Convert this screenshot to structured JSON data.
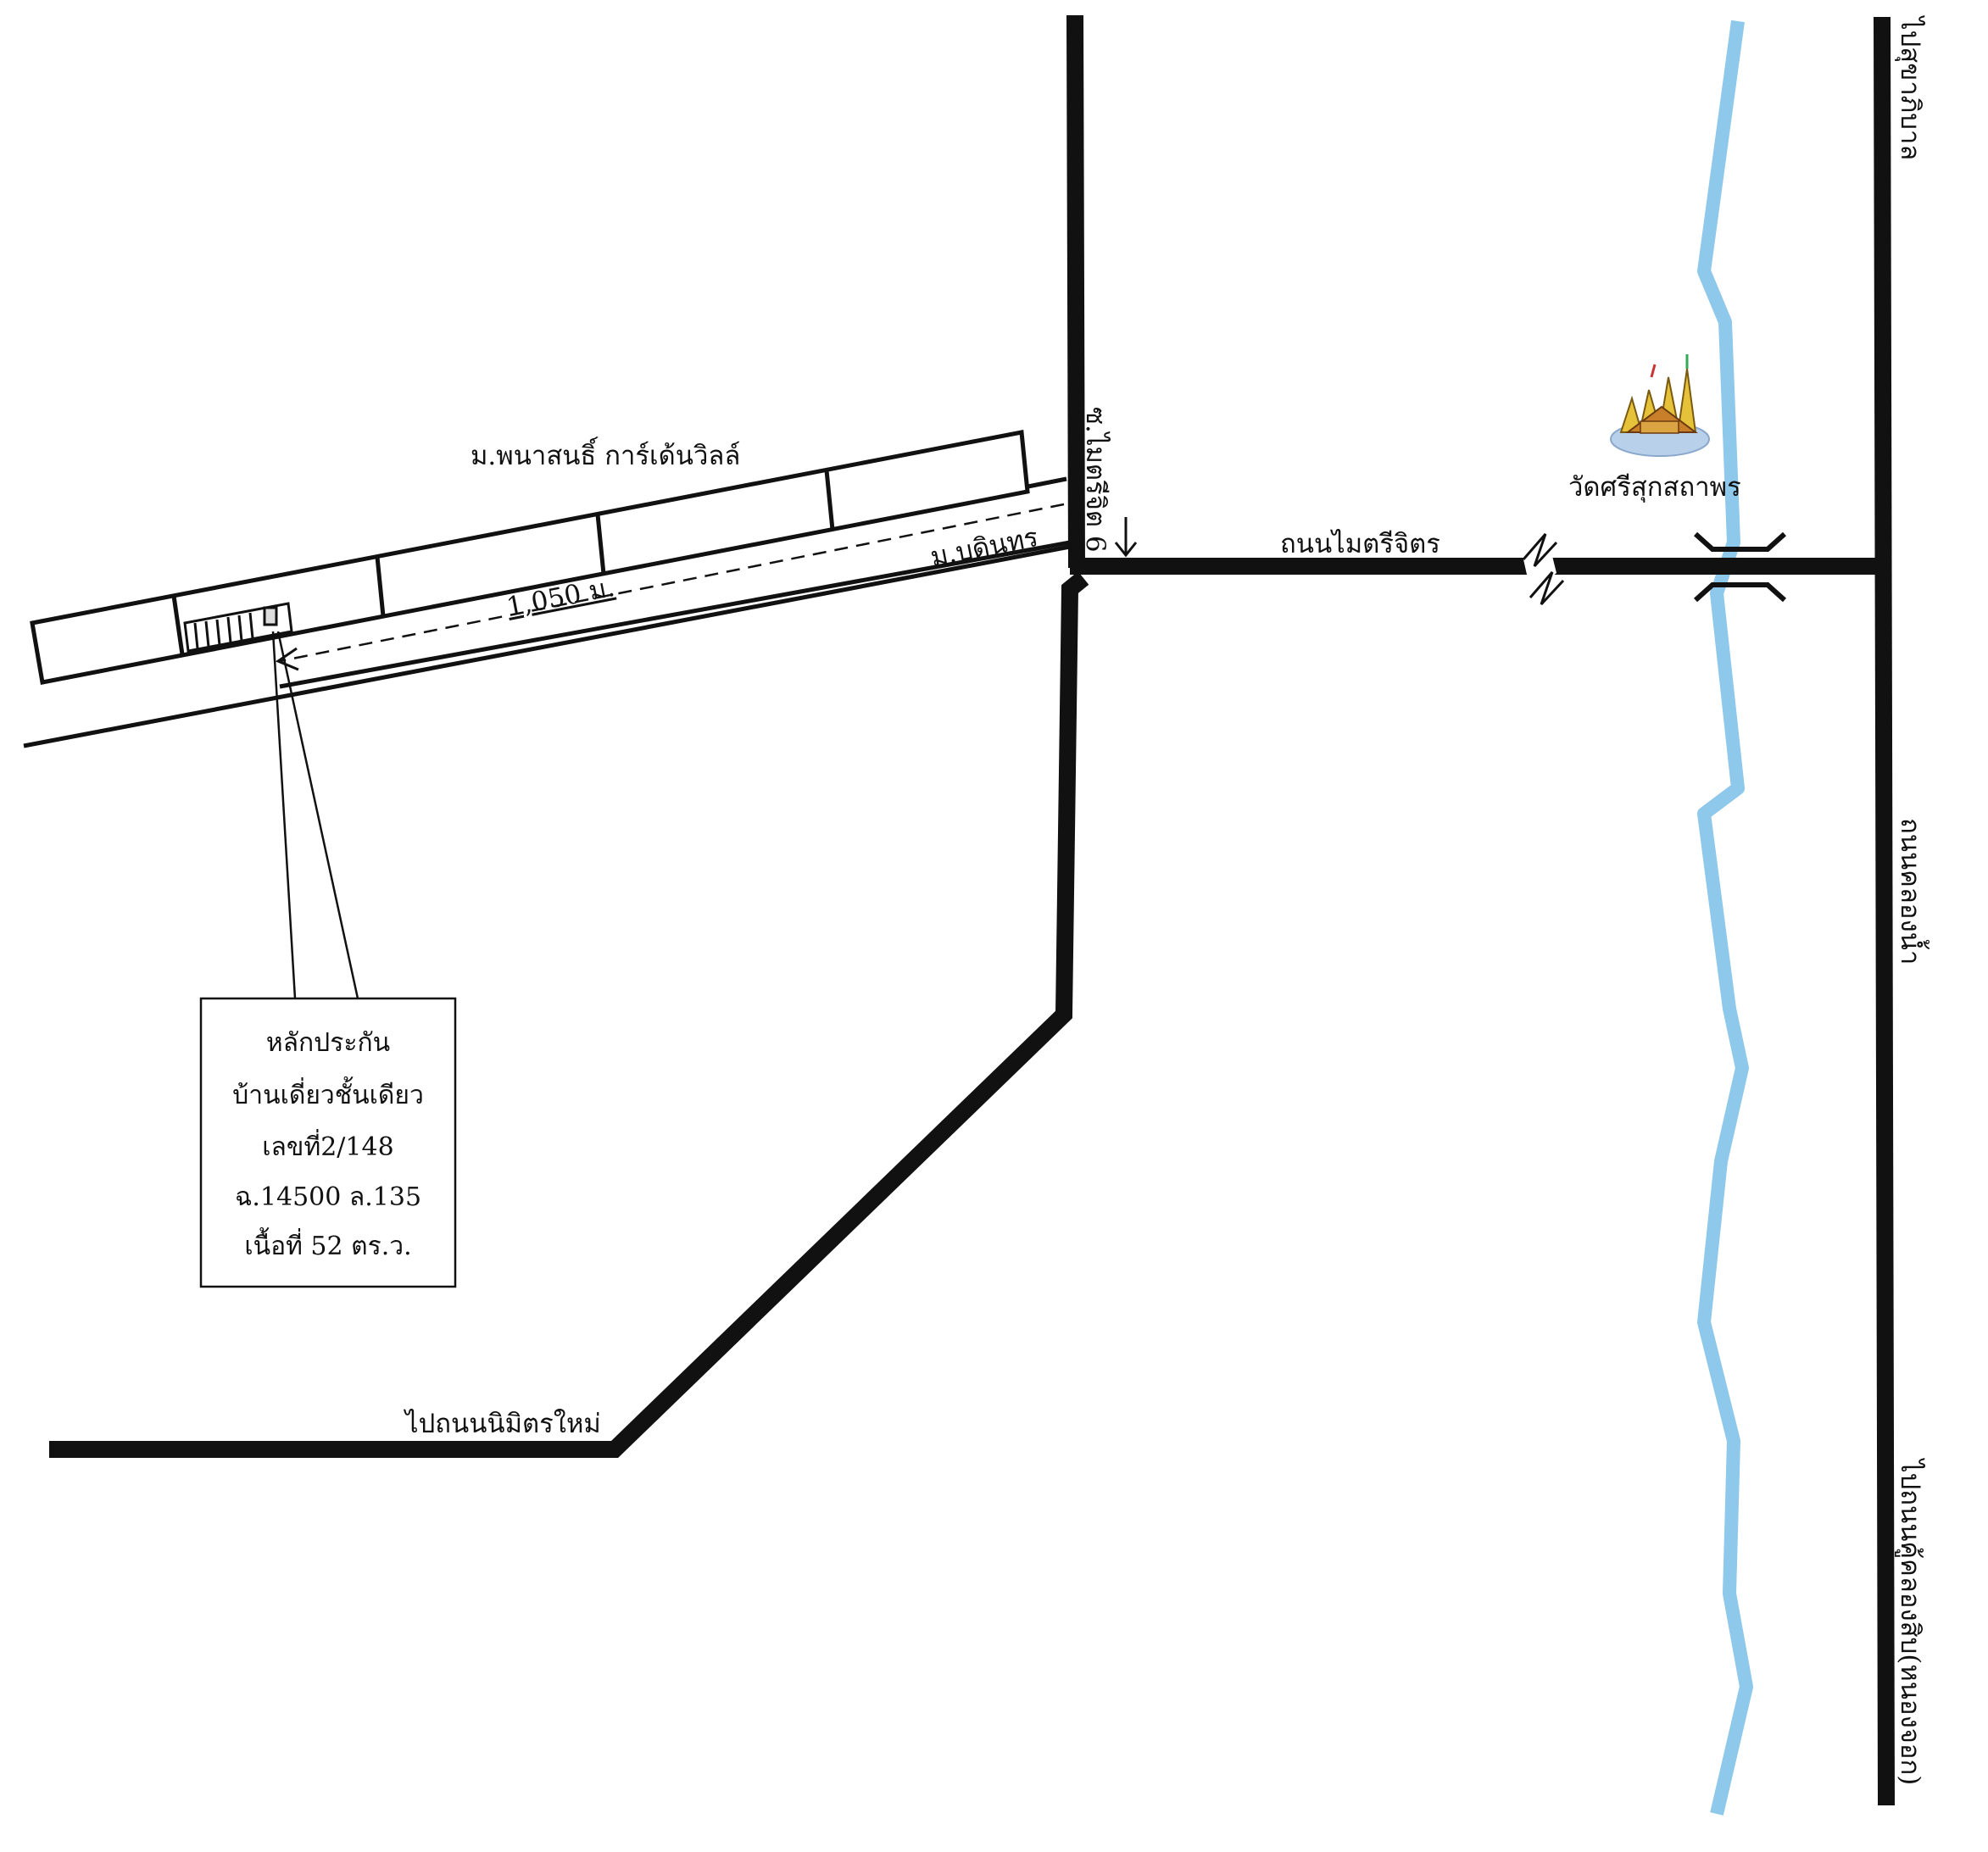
{
  "map": {
    "labels": {
      "village_north": "ม.พนาสนธิ์ การ์เด้นวิลล์",
      "village_south": "ม.บดินทร",
      "distance": "1,050 ม.",
      "soi": "ซ.ไมตรีจิต 6",
      "main_road": "ถนนไมตรีจิตร",
      "temple": "วัดศรีสุกสถาพร",
      "to_nimit_mai": "ไปถนนนิมิตรใหม่",
      "khlong_nam_road": "ถนนคลองน้ำ",
      "to_sukhaphiban": "ไปสุขาภิบาล",
      "to_khlong_sip": "ไปถนนคู้คลองสิบ(หนองจอก)"
    },
    "collateral_box": {
      "lines": [
        "หลักประกัน",
        "บ้านเดี่ยวชั้นเดียว",
        "เลขที่2/148",
        "ฉ.14500 ล.135",
        "เนื้อที่ 52 ตร.ว."
      ]
    },
    "colors": {
      "road": "#111111",
      "river": "#8ec8ea",
      "background": "#ffffff"
    }
  }
}
